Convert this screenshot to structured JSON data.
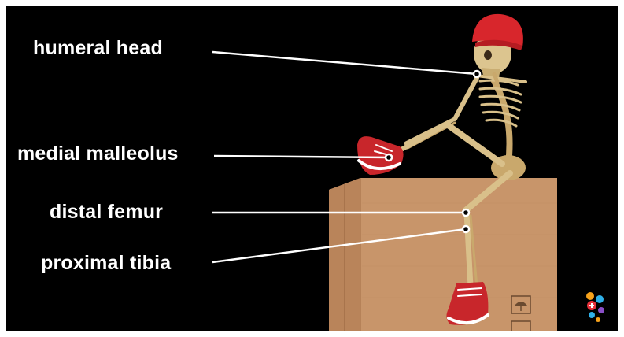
{
  "labels": {
    "humeral_head": "humeral head",
    "medial_malleolus": "medial malleolus",
    "distal_femur": "distal femur",
    "proximal_tibia": "proximal tibia"
  },
  "colors": {
    "background": "#000000",
    "label_text": "#ffffff",
    "leader_line": "#ffffff",
    "box": "#c8956a",
    "bone": "#d9c08a",
    "hat": "#d8262c",
    "shoe": "#c8262b"
  },
  "icons": {
    "logo": "colorful-dots-plus-logo-icon",
    "box_symbol": "umbrella-keep-dry-icon"
  }
}
